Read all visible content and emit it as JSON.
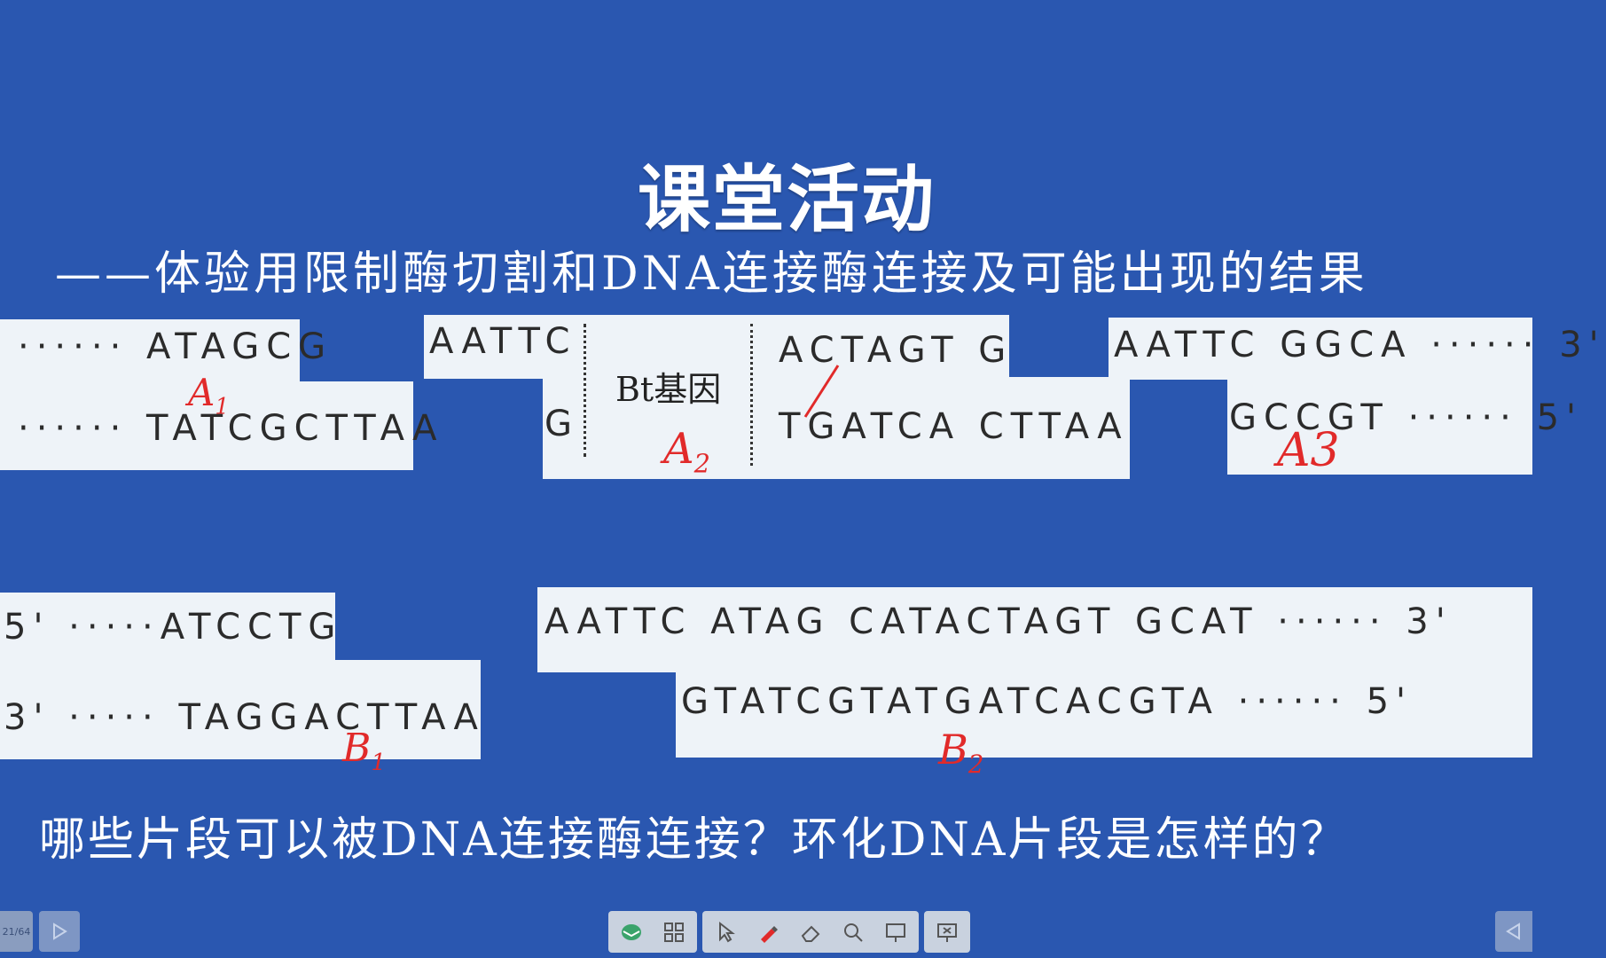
{
  "slide": {
    "title": "课堂活动",
    "subtitle": "——体验用限制酶切割和DNA连接酶连接及可能出现的结果",
    "question": "哪些片段可以被DNA连接酶连接？环化DNA片段是怎样的？"
  },
  "fragments": {
    "a1": {
      "top": "······ ATAGCG",
      "bottom": "······ TATCGCTTAA",
      "label": "A",
      "label_sub": "1"
    },
    "a2": {
      "top_left": "AATTC",
      "bottom_left": "G",
      "note": "Bt基因",
      "top_right": "ACTAGT G",
      "bottom_right": "TGATCA CTTAA",
      "label": "A",
      "label_sub": "2"
    },
    "a3": {
      "top": "AATTC GGCA ······ 3'",
      "bottom": "GCCGT ······ 5'",
      "label": "A3"
    },
    "b1": {
      "top": "5' ·····ATCCTG",
      "bottom": "3' ····· TAGGACTTAA",
      "label": "B",
      "label_sub": "1"
    },
    "b2": {
      "top": "AATTC ATAG CATACTAGT GCAT ······   3'",
      "bottom": "GTATCGTATGATCACGTA ······  5'",
      "label": "B",
      "label_sub": "2"
    }
  },
  "player": {
    "page_indicator": "21/64"
  },
  "colors": {
    "background": "#2a57b0",
    "paper": "#eef3f8",
    "annotation": "#e12a2a"
  }
}
